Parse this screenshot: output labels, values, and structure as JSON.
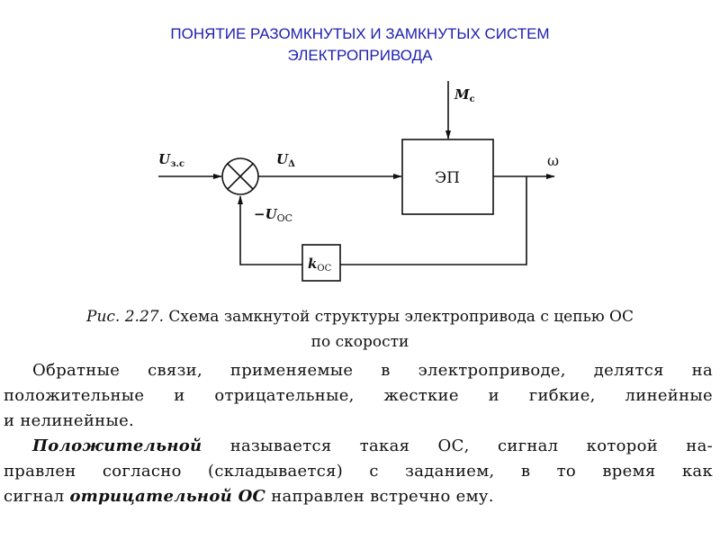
{
  "title": {
    "line1": "ПОНЯТИЕ  РАЗОМКНУТЫХ И ЗАМКНУТЫХ СИСТЕМ",
    "line2": "ЭЛЕКТРОПРИВОДА"
  },
  "diagram": {
    "input_label": "U",
    "input_sub": "з.с",
    "delta_label": "U",
    "delta_sub": "Δ",
    "feedback_label": "−U",
    "feedback_sub": "ОС",
    "block_label": "ЭП",
    "load_label": "M",
    "load_sub": "с",
    "output_label": "ω",
    "gain_label": "k",
    "gain_sub": "ОС"
  },
  "caption": {
    "prefix": "Рис. 2.27.",
    "line1": " Схема замкнутой структуры электропривода с цепью ОС",
    "line2": "по скорости"
  },
  "paragraph1": {
    "line1": "Обратные связи, применяемые в электроприводе, делятся на",
    "line2": "положительные и отрицательные, жесткие и гибкие, линейные",
    "line3": "и нелинейные."
  },
  "paragraph2": {
    "em1": "Положительной",
    "line1_rest": " называется такая ОС, сигнал которой на-",
    "line2": "правлен согласно (складывается) с заданием, в то время как",
    "line3_start": "сигнал ",
    "em2": "отрицательной ОС",
    "line3_rest": " направлен встречно ему."
  }
}
